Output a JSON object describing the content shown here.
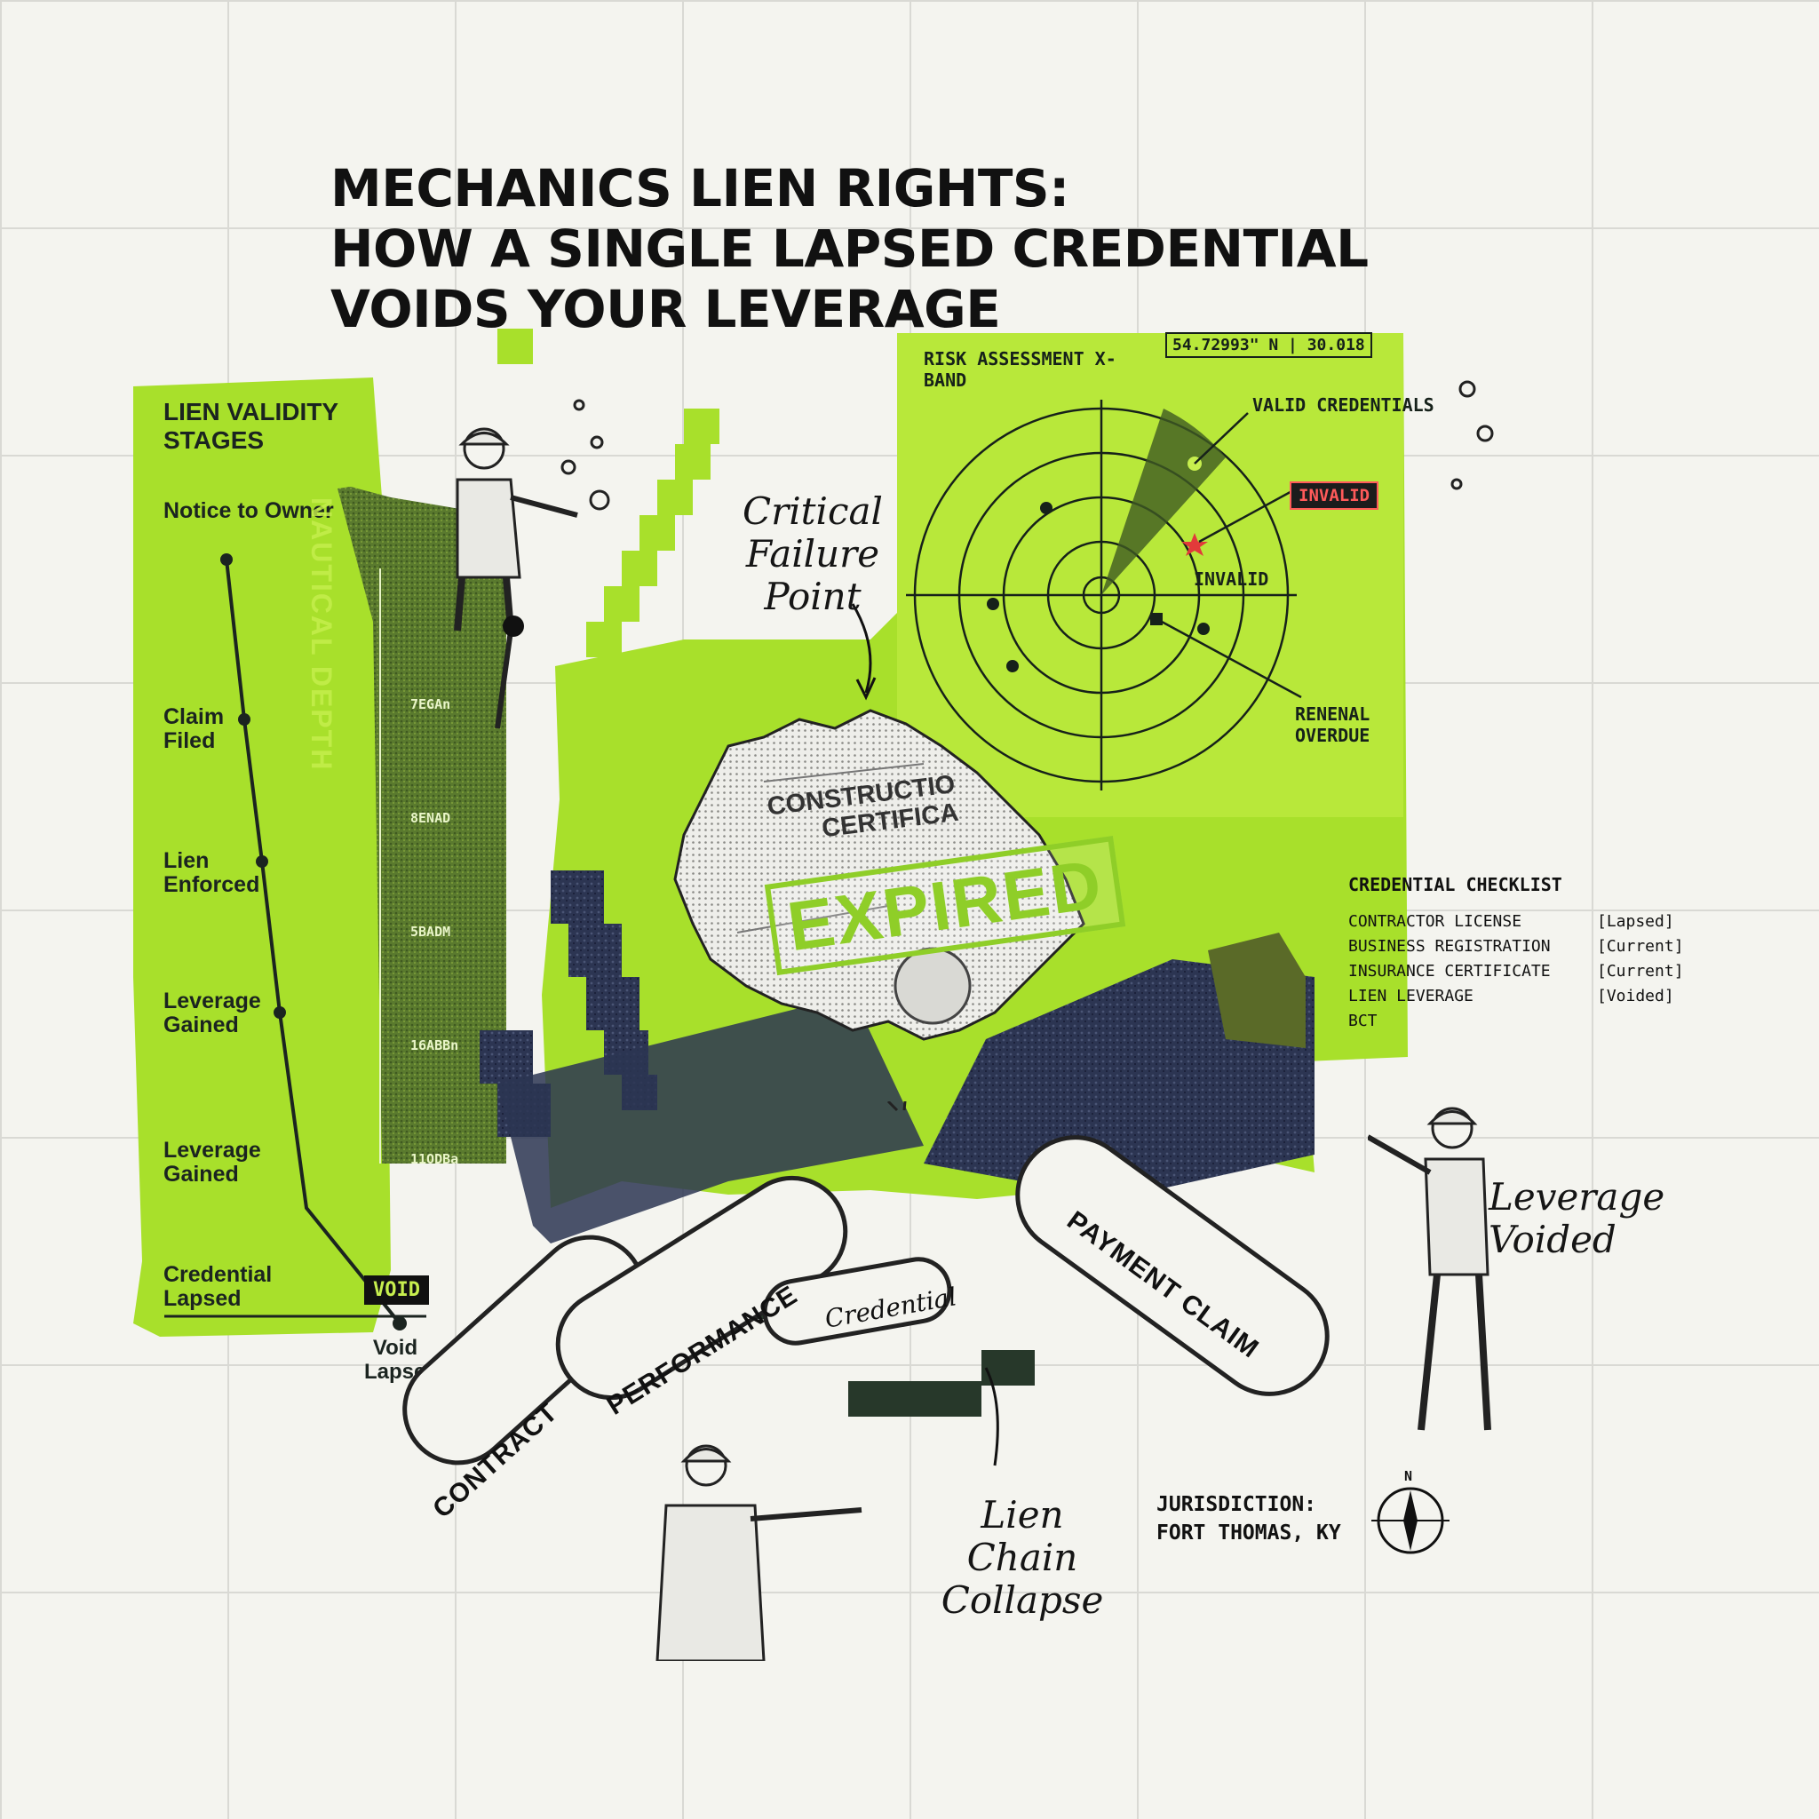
{
  "title": {
    "line1": "MECHANICS LIEN RIGHTS:",
    "line2": "HOW A SINGLE LAPSED CREDENTIAL",
    "line3": "VOIDS YOUR LEVERAGE"
  },
  "lien_validity": {
    "heading": "LIEN VALIDITY STAGES",
    "stages": [
      {
        "label": "Notice to Owner"
      },
      {
        "label": "Claim Filed"
      },
      {
        "label": "Lien Enforced"
      },
      {
        "label": "Leverage Gained"
      },
      {
        "label": "Leverage Gained"
      },
      {
        "label": "Credential Lapsed"
      }
    ],
    "end_badge": "VOID",
    "end_label": "Void Lapsed"
  },
  "depth_gauge": {
    "label": "NAUTICAL DEPTH",
    "ticks": [
      "7EGAn",
      "8ENAD",
      "5BADM",
      "16ABBn",
      "11ODBa"
    ]
  },
  "radar": {
    "header_left": "RISK ASSESSMENT X-BAND",
    "coordinates": "54.72993\" N | 30.018",
    "valid_label": "VALID CREDENTIALS",
    "invalid_badge": "INVALID",
    "invalid_label": "INVALID",
    "overdue_label": "RENENAL OVERDUE"
  },
  "certificate": {
    "title_line1": "CONSTRUCTIO",
    "title_line2": "CERTIFICA",
    "stamp": "EXPIRED"
  },
  "checklist": {
    "title": "CREDENTIAL CHECKLIST",
    "items": [
      {
        "name": "CONTRACTOR LICENSE",
        "status": "[Lapsed]"
      },
      {
        "name": "BUSINESS REGISTRATION",
        "status": "[Current]"
      },
      {
        "name": "INSURANCE CERTIFICATE",
        "status": "[Current]"
      },
      {
        "name": "LIEN LEVERAGE",
        "status": "[Voided]"
      },
      {
        "name": "BCT",
        "status": ""
      }
    ]
  },
  "chain": {
    "links": [
      "CONTRACT",
      "PERFORMANCE",
      "Credential",
      "PAYMENT CLAIM"
    ]
  },
  "callouts": {
    "critical": "Critical Failure Point",
    "leverage": "Leverage Voided",
    "collapse": "Lien Chain Collapse"
  },
  "jurisdiction": {
    "label": "JURISDICTION:",
    "place": "FORT THOMAS, KY",
    "compass_north": "N"
  },
  "colors": {
    "lime": "#a8e02b",
    "lime_light": "#c7ef4e",
    "dark_green": "#4d6a2a",
    "navy": "#2a3450",
    "ink": "#111111",
    "alert_red": "#e23a3a"
  }
}
